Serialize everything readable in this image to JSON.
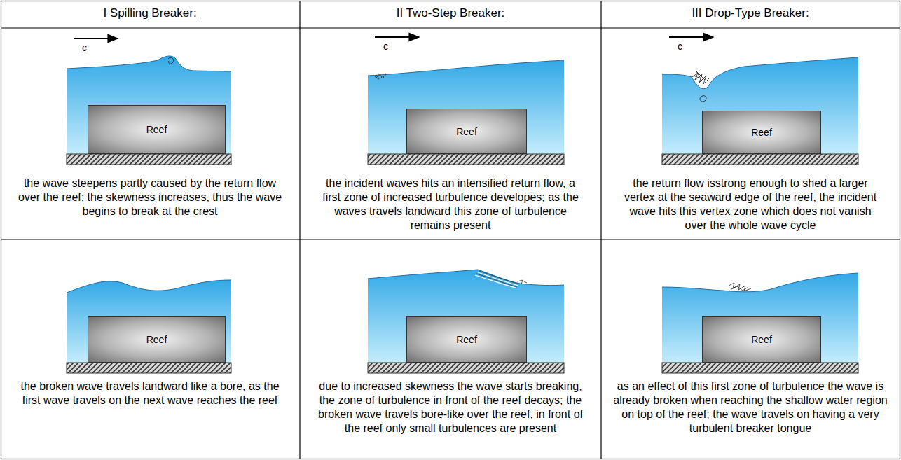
{
  "diagram": {
    "nodes": [
      {
        "text": [
          "Reef"
        ]
      },
      {
        "text": [
          "Reef"
        ]
      },
      {
        "text": [
          "Reef"
        ]
      },
      {
        "text": [
          "Reef"
        ]
      },
      {
        "text": [
          "Reef"
        ]
      },
      {
        "text": [
          "Reef"
        ]
      }
    ],
    "labels": [
      "I Spilling Breaker:",
      "II Two-Step Breaker:",
      "III Drop-Type Breaker:",
      "c",
      "c",
      "c",
      "the wave steepens partly caused by the return flow over the reef; the skewness increases, thus the wave begins to break at the crest",
      "the incident waves hits an intensified return flow, a first zone of increased turbulence developes; as the waves travels landward this zone of turbulence remains present",
      "the return flow isstrong enough to shed a larger vertex at the seaward edge of the reef, the incident wave hits this vertex zone which does not vanish over the whole wave cycle",
      "the broken wave travels landward like a bore, as the first wave travels on the next wave reaches the reef",
      "due to increased skewness the wave starts breaking, the zone of turbulence in front of the reef decays; the broken wave travels bore-like over the reef, in front of the reef only small turbulences are present",
      "as an effect of this first zone of turbulence the wave is already broken when reaching the shallow water region on top of the reef; the wave travels on having a very turbulent breaker tongue"
    ]
  }
}
